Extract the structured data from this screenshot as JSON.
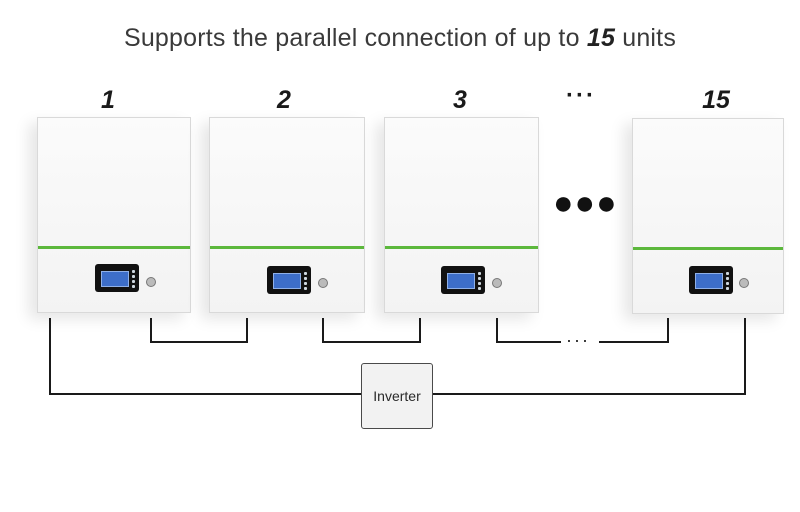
{
  "headline": {
    "prefix": "Supports the parallel connection of up to",
    "count": "15",
    "suffix": "units"
  },
  "units": [
    {
      "label": "1"
    },
    {
      "label": "2"
    },
    {
      "label": "3"
    },
    {
      "label": "15"
    }
  ],
  "ellipsis_label": "···",
  "ellipsis_dots": "●●●",
  "wire_ellipsis": "···",
  "inverter": {
    "label": "Inverter"
  },
  "colors": {
    "stripe": "#5cb83c",
    "wire": "#1a1a1a",
    "lcd": "#3d6ec9"
  }
}
